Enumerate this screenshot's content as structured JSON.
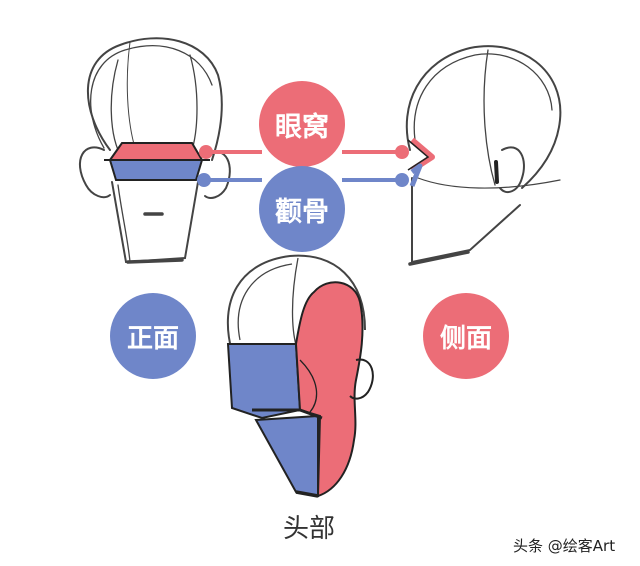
{
  "labels": {
    "eye_socket": "眼窝",
    "cheekbone": "颧骨",
    "front": "正面",
    "side": "侧面",
    "head": "头部"
  },
  "watermark": "头条 @绘客Art",
  "colors": {
    "red": "#ec6d77",
    "blue": "#6f86c9",
    "line": "#222222",
    "sketch": "#444444"
  }
}
